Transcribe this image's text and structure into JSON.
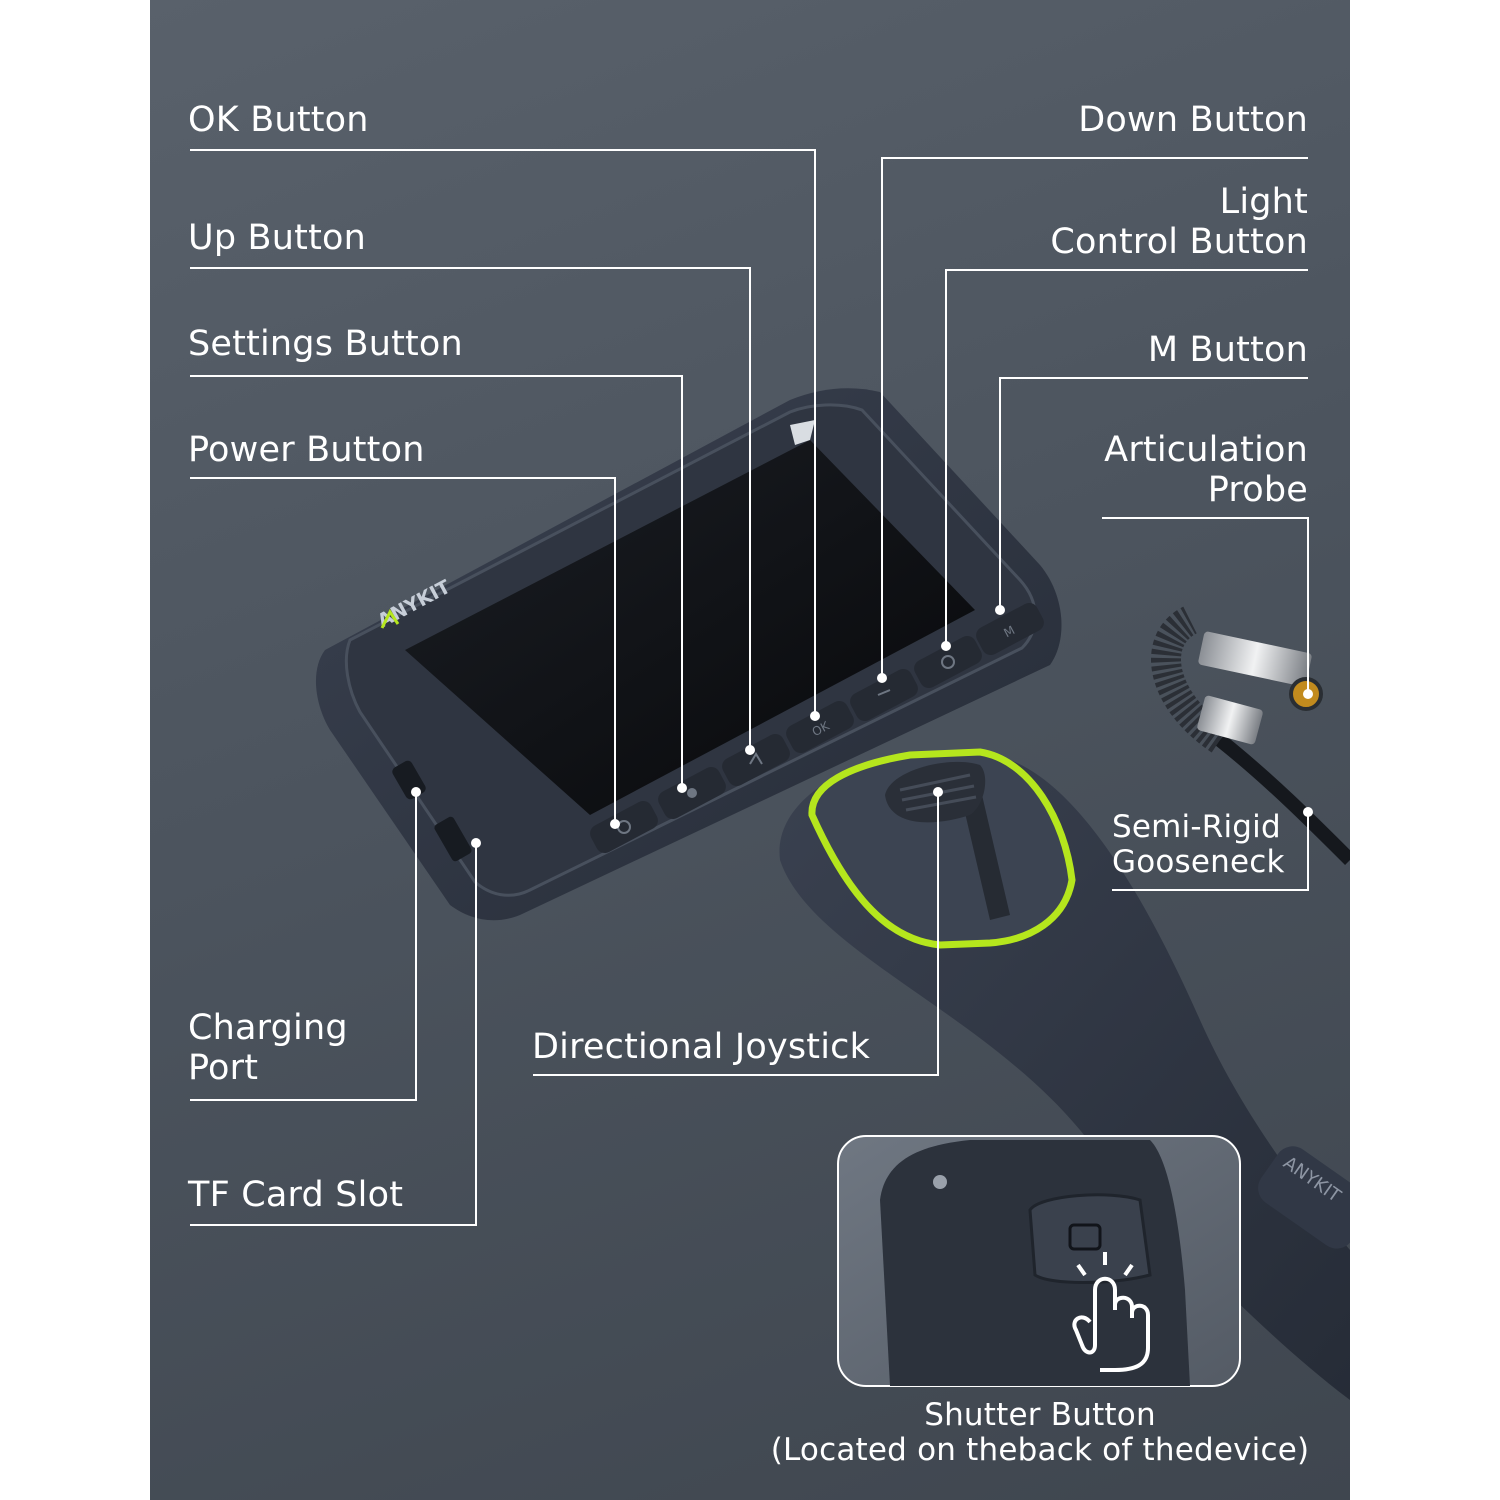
{
  "brand": {
    "logo_text": "ANYKIT",
    "accent_color": "#b5e61d",
    "background_color": "#4f5660"
  },
  "device": {
    "screen_button_icons": [
      "power-icon",
      "settings-icon",
      "up-icon",
      "ok-icon",
      "down-icon",
      "light-icon",
      "m-icon"
    ],
    "ok_key_text": "OK",
    "m_key_text": "M"
  },
  "callouts": {
    "ok_button": "OK Button",
    "up_button": "Up Button",
    "settings_button": "Settings Button",
    "power_button": "Power Button",
    "down_button": "Down Button",
    "light_control_button": "Light\nControl Button",
    "m_button": "M Button",
    "articulation_probe": "Articulation\nProbe",
    "semi_rigid_gooseneck": "Semi-Rigid\nGooseneck",
    "charging_port": "Charging\nPort",
    "directional_joystick": "Directional Joystick",
    "tf_card_slot": "TF Card Slot",
    "shutter_button": "Shutter Button\n(Located on theback of thedevice)"
  }
}
